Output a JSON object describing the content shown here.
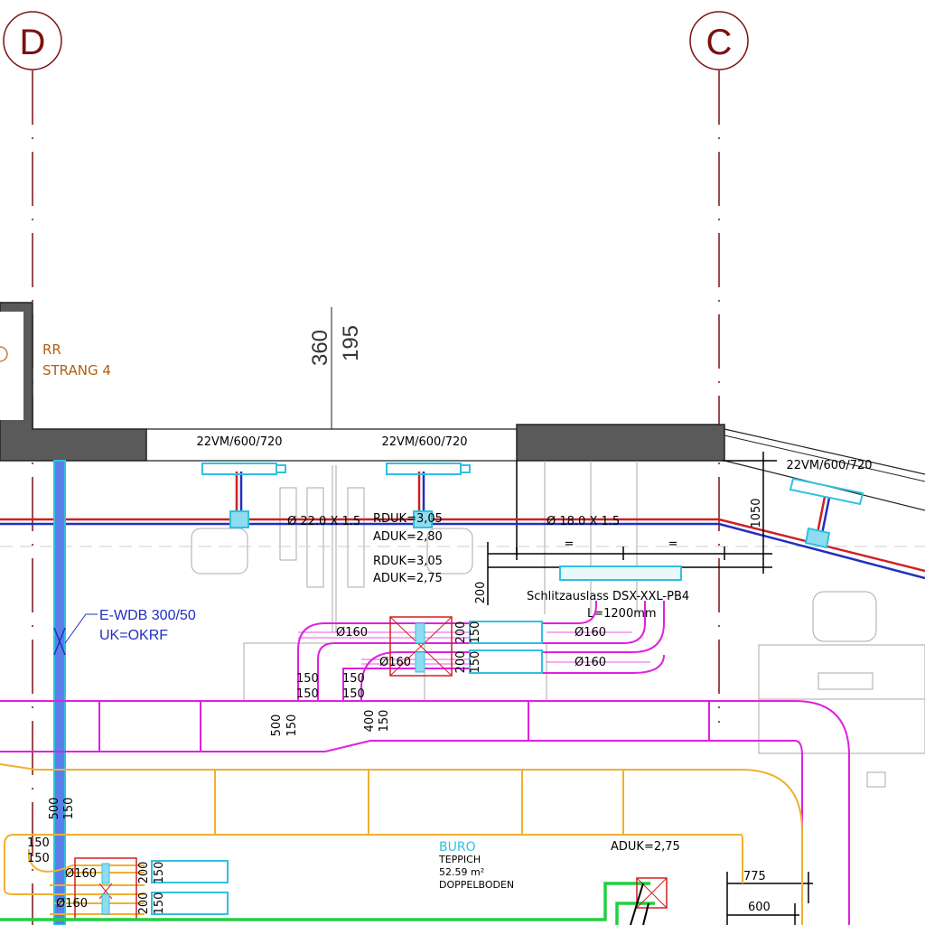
{
  "grid": {
    "left": "D",
    "right": "C"
  },
  "riser": {
    "line1": "RR",
    "line2": "STRANG 4"
  },
  "dimensions_top": {
    "a": "360",
    "b": "195"
  },
  "facade": {
    "left": "22VM/600/720",
    "middle": "22VM/600/720",
    "right": "22VM/600/720"
  },
  "pipes": {
    "left": "Ø 22.0 X 1.5",
    "right": "Ø 18.0 X 1.5"
  },
  "levels": {
    "rduk1": "RDUK=3,05",
    "aduk1": "ADUK=2,80",
    "rduk2": "RDUK=3,05",
    "aduk2": "ADUK=2,75",
    "aduk3": "ADUK=2,75"
  },
  "dims": {
    "eq1": "=",
    "eq2": "=",
    "d200": "200",
    "d1050": "1050",
    "d775": "775",
    "d600": "600"
  },
  "diffuser": {
    "name": "Schlitzauslass DSX-XXL-PB4",
    "length": "L=1200mm"
  },
  "wall_duct": {
    "name": "E-WDB 300/50",
    "level": "UK=OKRF"
  },
  "magenta": {
    "d1": "Ø160",
    "d2": "Ø160",
    "d3": "Ø160",
    "d4": "Ø160",
    "s1a": "200",
    "s1b": "150",
    "s2a": "200",
    "s2b": "150",
    "r1a": "150",
    "r1b": "150",
    "r2a": "150",
    "r2b": "150",
    "m1a": "500",
    "m1b": "150",
    "m2a": "400",
    "m2b": "150"
  },
  "orange": {
    "m1a": "500",
    "m1b": "150",
    "r1a": "150",
    "r1b": "150",
    "d1": "Ø160",
    "d2": "Ø160",
    "s1a": "200",
    "s1b": "150",
    "s2a": "200",
    "s2b": "150"
  },
  "room": {
    "name": "BURO",
    "floor": "TEPPICH",
    "area": "52.59 m²",
    "type": "DOPPELBODEN"
  },
  "colors": {
    "grid": "#7a1010",
    "magenta": "#e020e0",
    "orange": "#f0b030",
    "cyan": "#30c0e0",
    "red": "#d02020",
    "blue": "#2030c0",
    "green": "#20d040"
  }
}
